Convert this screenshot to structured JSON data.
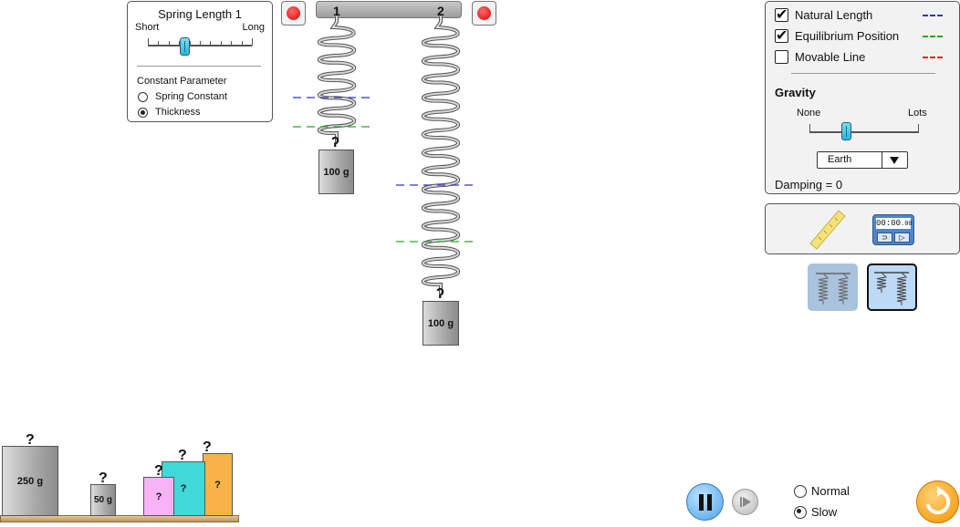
{
  "spring_panel": {
    "title": "Spring Length 1",
    "short_label": "Short",
    "long_label": "Long",
    "length_level": 0.35,
    "constant_parameter_label": "Constant Parameter",
    "options": [
      {
        "label": "Spring Constant",
        "selected": false
      },
      {
        "label": "Thickness",
        "selected": true
      }
    ]
  },
  "support": {
    "spring1_label": "1",
    "spring2_label": "2"
  },
  "masses_hanging": {
    "mass1_label": "100 g",
    "mass2_label": "100 g"
  },
  "shelf_masses": [
    {
      "label": "250 g",
      "hook": "?"
    },
    {
      "label": "50 g",
      "hook": "?"
    },
    {
      "label": "?",
      "hook": "?",
      "color": "#f7b3f5"
    },
    {
      "label": "?",
      "hook": "?",
      "color": "#3fd9d9"
    },
    {
      "label": "?",
      "hook": "?",
      "color": "#f7b347"
    }
  ],
  "options_panel": {
    "checks": [
      {
        "label": "Natural Length",
        "checked": true,
        "color": "#3333cc"
      },
      {
        "label": "Equilibrium Position",
        "checked": true,
        "color": "#22aa22"
      },
      {
        "label": "Movable Line",
        "checked": false,
        "color": "#e02020"
      }
    ],
    "gravity_title": "Gravity",
    "gravity_none": "None",
    "gravity_lots": "Lots",
    "gravity_level": 0.33,
    "planet_selected": "Earth",
    "damping_text": "Damping = 0"
  },
  "tools": {
    "stopwatch_time": "00:00",
    "stopwatch_hundredths": ".00"
  },
  "playback": {
    "speed_options": [
      {
        "label": "Normal",
        "selected": false
      },
      {
        "label": "Slow",
        "selected": true
      }
    ]
  }
}
